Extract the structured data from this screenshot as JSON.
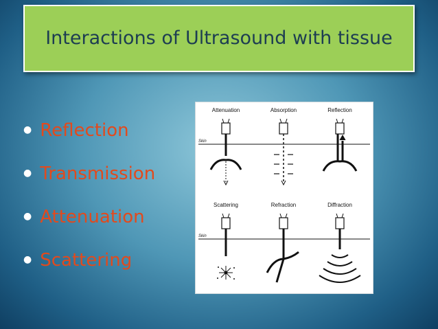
{
  "title": "Interactions of Ultrasound with tissue",
  "bullets": [
    "Reflection",
    "Transmission",
    "Attenuation",
    "Scattering"
  ],
  "figure": {
    "panels": [
      "Attenuation",
      "Absorption",
      "Reflection",
      "Scattering",
      "Refraction",
      "Diffraction"
    ],
    "skin_label": "Skin"
  },
  "colors": {
    "title_bg": "#9ccf57",
    "title_text": "#1d3d52",
    "bullet_text": "#e24a1d",
    "background": "#4f97b6"
  }
}
